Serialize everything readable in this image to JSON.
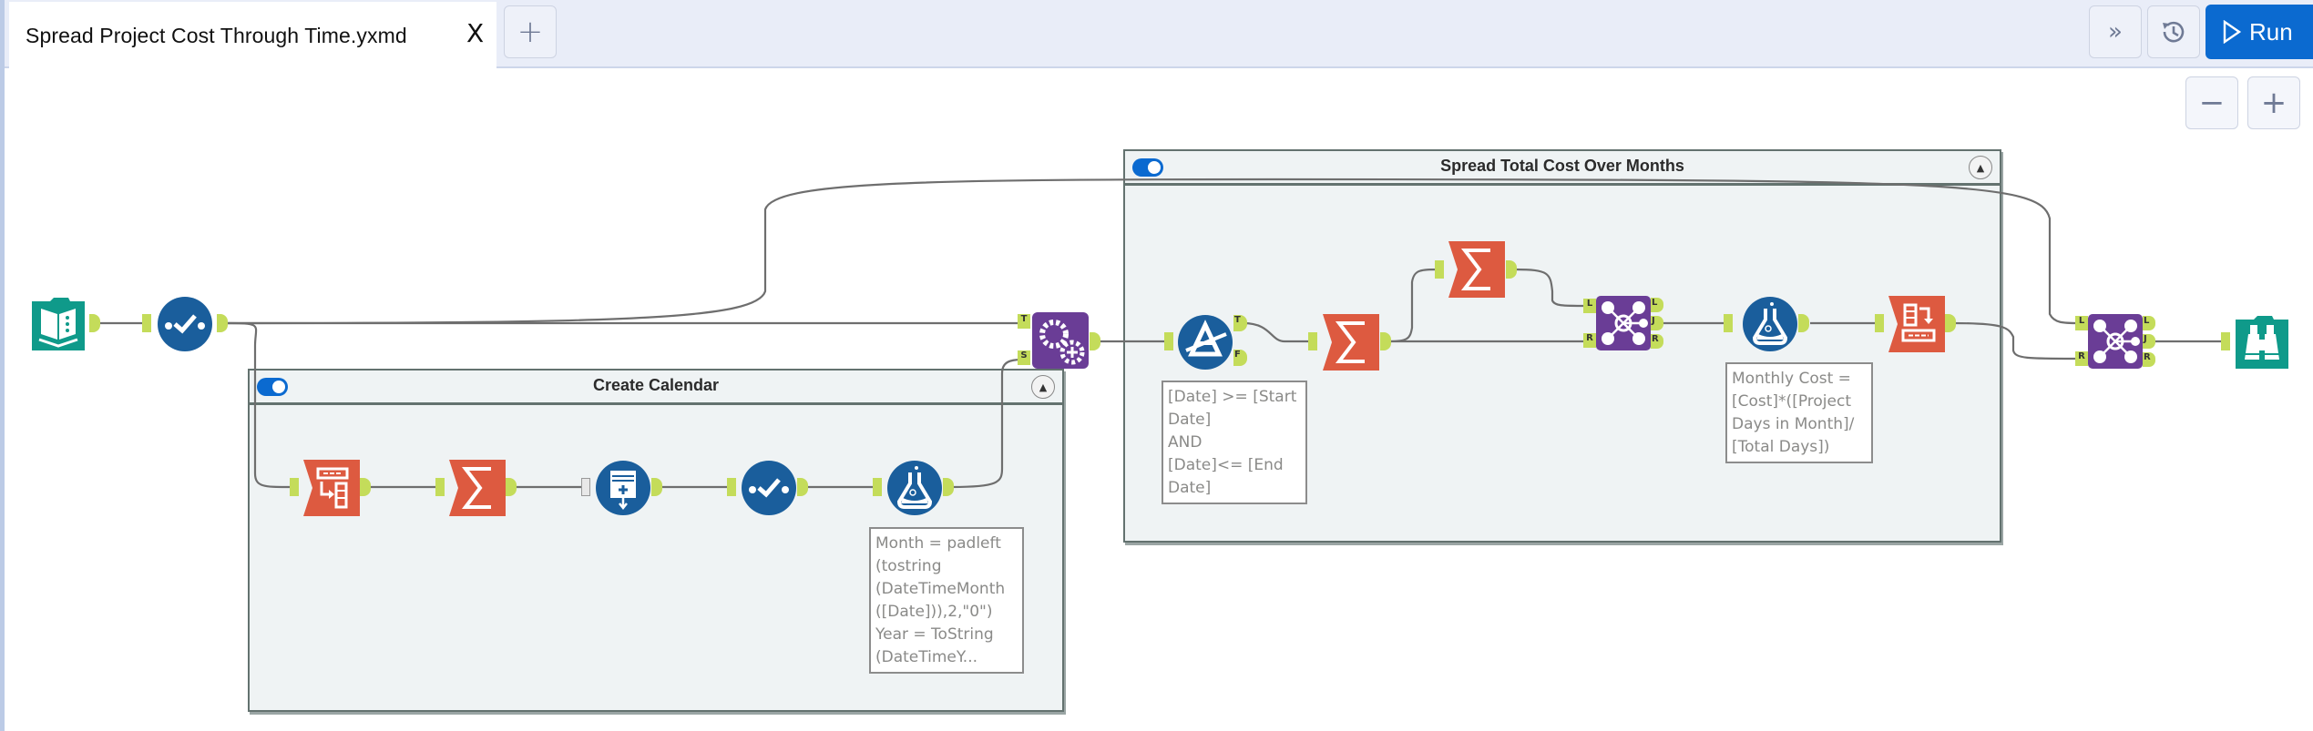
{
  "window": {
    "tab_title": "Spread Project Cost Through Time.yxmd",
    "tab_close": "X",
    "new_tab_label": "+",
    "toolbar": {
      "expand_label": "»",
      "history_icon": "history-icon",
      "run_label": "Run",
      "run_icon": "play-icon"
    },
    "zoom": {
      "out_label": "−",
      "in_label": "+"
    }
  },
  "colors": {
    "accent": "#0b6ad0",
    "input_tool": "#0f9a8a",
    "preparation_tool": "#1a5e9c",
    "transform_tool": "#dd5a40",
    "join_tool": "#6a3d96",
    "anchor": "#c4dc5a"
  },
  "containers": [
    {
      "title": "Create Calendar",
      "enabled": true,
      "collapsed": false
    },
    {
      "title": "Spread Total Cost Over Months",
      "enabled": true,
      "collapsed": false
    }
  ],
  "tools": {
    "input": {
      "name": "Input Data",
      "icon": "book-icon"
    },
    "select_main": {
      "name": "Select",
      "icon": "checkmark-icon"
    },
    "append": {
      "name": "Append Fields",
      "icon": "gears-icon",
      "anchors": [
        "T",
        "S"
      ]
    },
    "filter": {
      "name": "Filter",
      "icon": "filter-icon",
      "anchors": [
        "T",
        "F"
      ]
    },
    "summarize_1": {
      "name": "Summarize",
      "icon": "sigma-icon"
    },
    "summarize_2": {
      "name": "Summarize",
      "icon": "sigma-icon"
    },
    "join_1": {
      "name": "Join",
      "icon": "join-icon",
      "anchors": [
        "L",
        "R",
        "L",
        "J",
        "R"
      ]
    },
    "formula_main": {
      "name": "Formula",
      "icon": "flask-icon"
    },
    "crosstab": {
      "name": "Cross Tab",
      "icon": "crosstab-icon"
    },
    "join_2": {
      "name": "Join",
      "icon": "join-icon",
      "anchors": [
        "L",
        "R",
        "L",
        "J",
        "R"
      ]
    },
    "browse": {
      "name": "Browse",
      "icon": "binoculars-icon"
    },
    "transpose": {
      "name": "Transpose",
      "icon": "transpose-icon"
    },
    "summarize_cal": {
      "name": "Summarize",
      "icon": "sigma-icon"
    },
    "generate_rows": {
      "name": "Generate Rows",
      "icon": "generate-rows-icon"
    },
    "select_cal": {
      "name": "Select",
      "icon": "checkmark-icon"
    },
    "formula_cal": {
      "name": "Formula",
      "icon": "flask-icon"
    }
  },
  "annotations": {
    "filter": "[Date] >= [Start\nDate]\nAND\n[Date]<= [End\nDate]",
    "formula_main": "Monthly Cost =\n[Cost]*([Project\nDays in Month]/\n[Total Days])",
    "formula_cal": "Month = padleft\n(tostring\n(DateTimeMonth\n([Date])),2,\"0\")\nYear = ToString\n(DateTimeY..."
  }
}
